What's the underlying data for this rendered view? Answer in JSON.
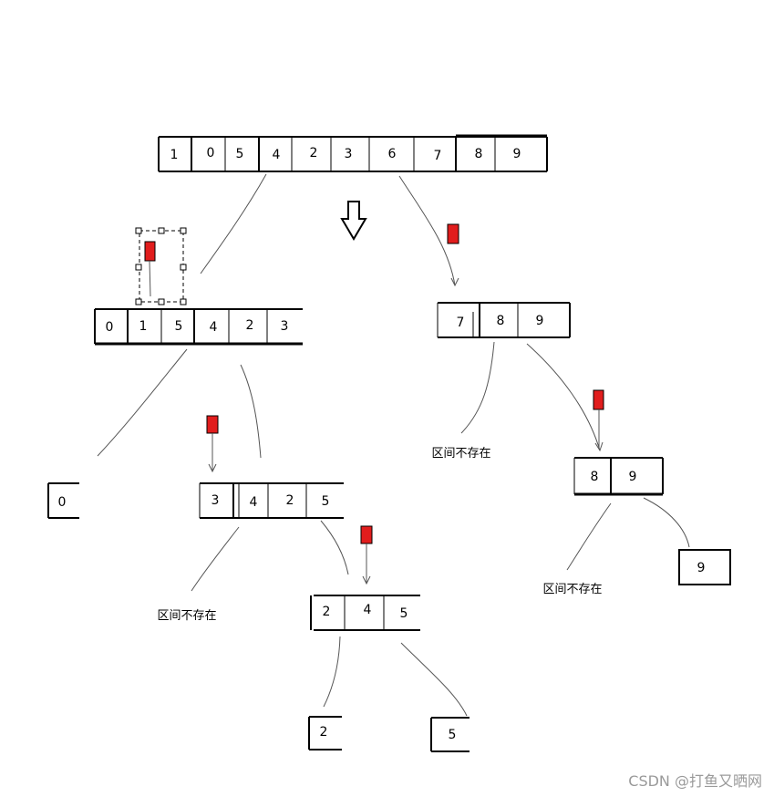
{
  "diagram": {
    "arrays": {
      "root": [
        "1",
        "0",
        "5",
        "4",
        "2",
        "3",
        "6",
        "7",
        "8",
        "9"
      ],
      "left": [
        "0",
        "1",
        "5",
        "4",
        "2",
        "3"
      ],
      "right": [
        "7",
        "8",
        "9"
      ],
      "left_left": [
        "0"
      ],
      "left_right": [
        "3",
        "4",
        "2",
        "5"
      ],
      "right_right": [
        "8",
        "9"
      ],
      "right_right_right": [
        "9"
      ],
      "lr_right": [
        "2",
        "4",
        "5"
      ],
      "lr_right_left": [
        "2"
      ],
      "lr_right_right": [
        "5"
      ]
    },
    "notes": {
      "interval_missing_1": "区间不存在",
      "interval_missing_2": "区间不存在",
      "interval_missing_3": "区间不存在"
    },
    "colors": {
      "pivot_marker": "#e11d1d",
      "stroke": "#000000"
    }
  },
  "watermark": "CSDN @打鱼又晒网"
}
